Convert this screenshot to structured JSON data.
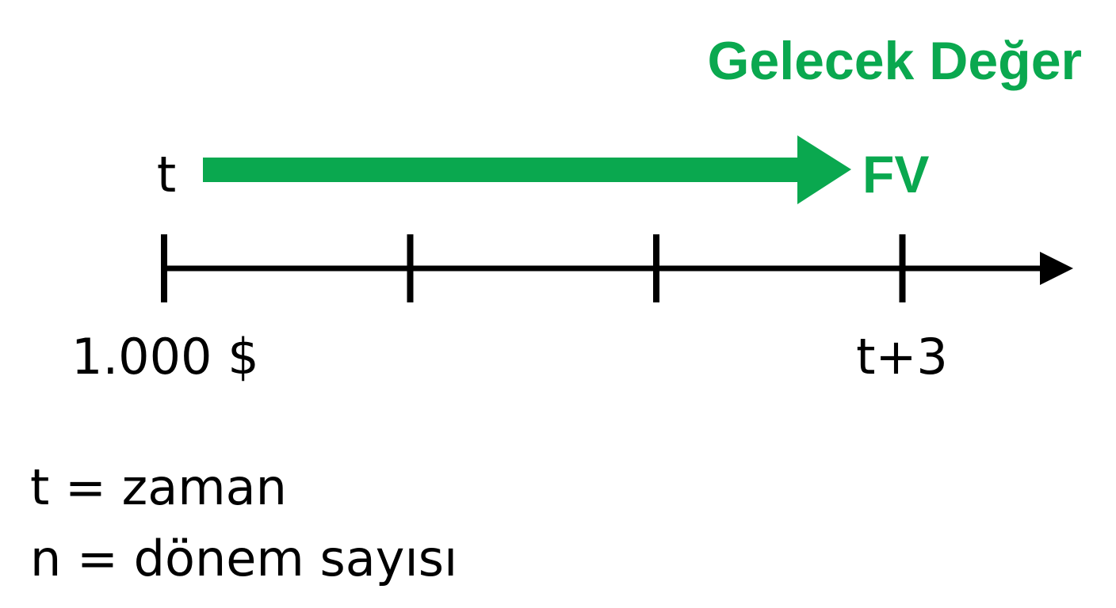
{
  "title": "Gelecek Değer",
  "start_label": "t",
  "end_label": "FV",
  "start_value": "1.000 $",
  "end_time": "t+3",
  "legend": [
    "t = zaman",
    "n = dönem sayısı"
  ],
  "timeline": {
    "periods": [
      0,
      1,
      2,
      3
    ]
  },
  "colors": {
    "accent": "#0aa84f",
    "ink": "#000000",
    "background": "#ffffff"
  }
}
